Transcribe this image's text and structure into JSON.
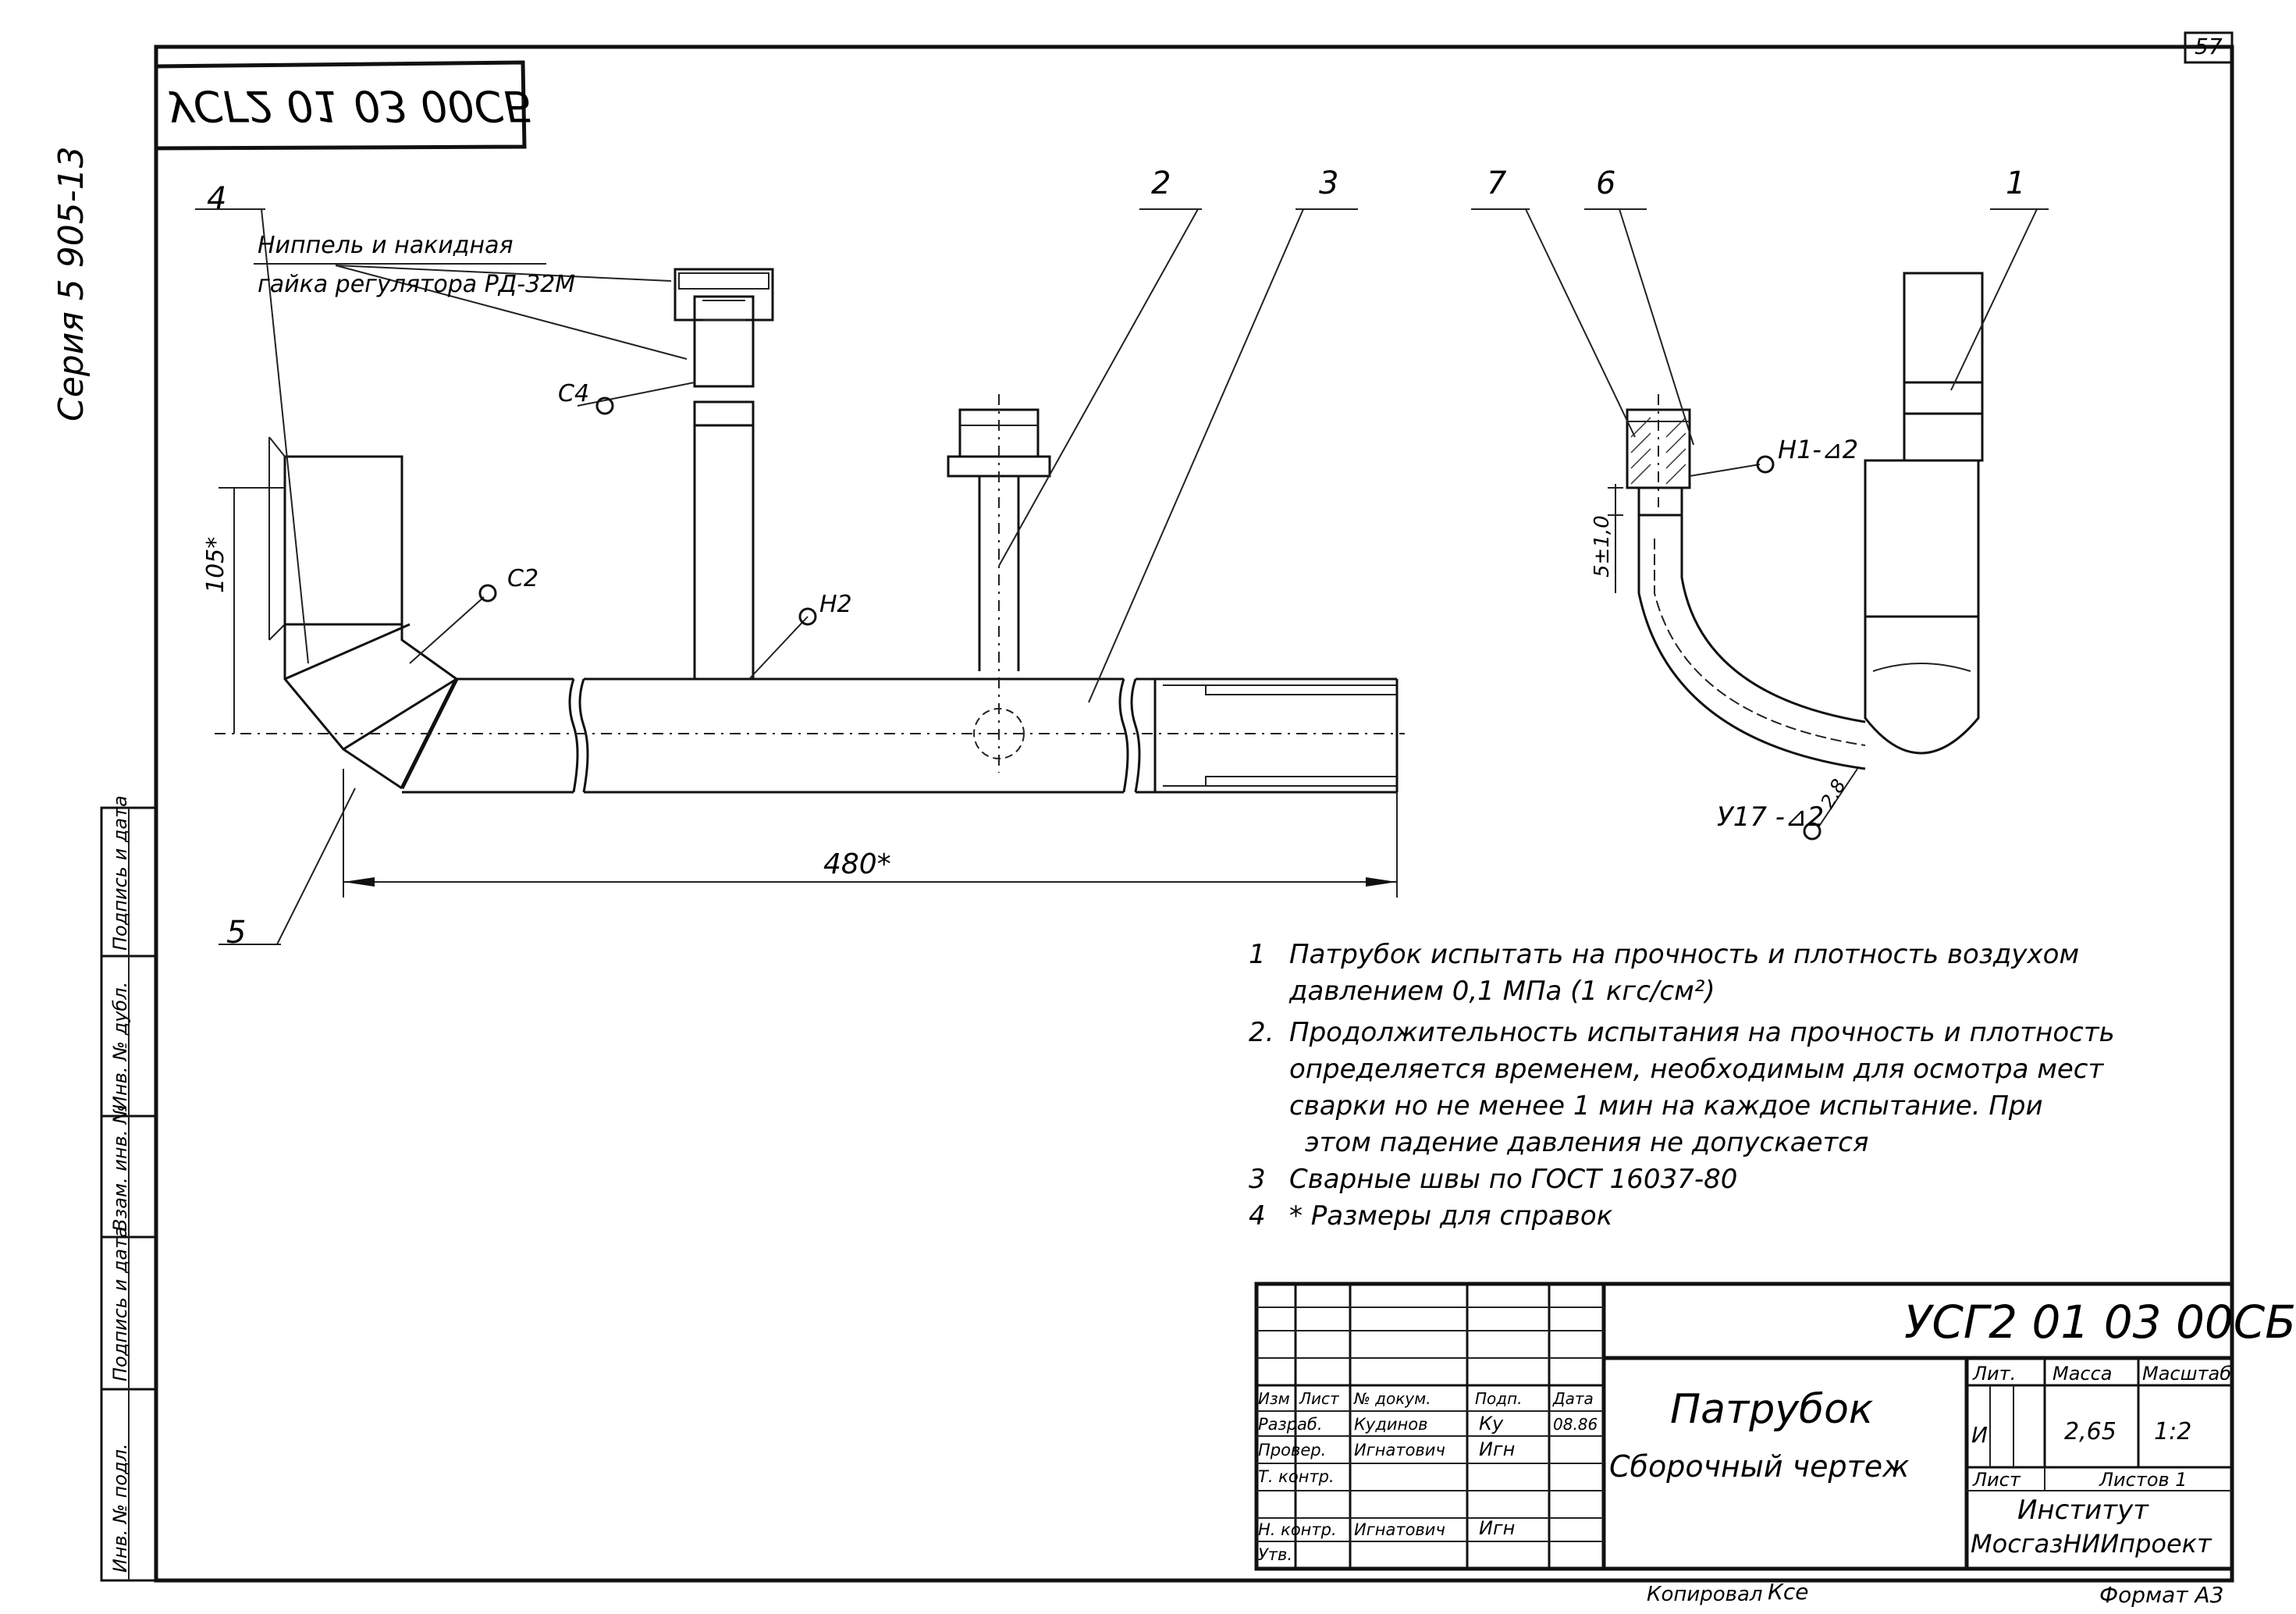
{
  "sheet": {
    "page_number": "57",
    "code_mirrored": "УСГ2 01 03 00СБ",
    "series": "Серия 5 905-13",
    "copied_label": "Копировал",
    "copied_sign": "Ксе",
    "format_label": "Формат А3"
  },
  "drawing": {
    "callouts": [
      "4",
      "2",
      "3",
      "7",
      "6",
      "1",
      "5"
    ],
    "nipple_note_line1": "Ниппель и накидная",
    "nipple_note_line2": "гайка регулятора РД-32М",
    "weld_c4": "С4",
    "weld_c2": "С2",
    "weld_n2": "Н2",
    "weld_h1": "Н1-⊿2",
    "weld_u17": "У17 -⊿2",
    "weld_u17_note": "2.8",
    "dim_105": "105*",
    "dim_480": "480*",
    "dim_5": "5±1,0"
  },
  "notes": [
    {
      "num": "1",
      "lines": [
        "Патрубок испытать на прочность и плотность воздухом",
        "давлением 0,1 МПа (1 кгс/см²)"
      ]
    },
    {
      "num": "2.",
      "lines": [
        "Продолжительность испытания на прочность и плотность",
        "определяется временем, необходимым для осмотра мест",
        "сварки но не менее 1 мин на каждое испытание. При",
        "этом падение давления не допускается"
      ]
    },
    {
      "num": "3",
      "lines": [
        "Сварные швы по ГОСТ 16037-80"
      ]
    },
    {
      "num": "4",
      "lines": [
        "* Размеры для справок"
      ]
    }
  ],
  "title_block": {
    "code": "УСГ2 01 03 00СБ",
    "title": "Патрубок",
    "subtitle": "Сборочный чертеж",
    "head": [
      "Изм",
      "Лист",
      "№ докум.",
      "Подп.",
      "Дата"
    ],
    "rows": [
      {
        "role": "Разраб.",
        "name": "Кудинов",
        "sign": "Ку",
        "date": "08.86"
      },
      {
        "role": "Провер.",
        "name": "Игнатович",
        "sign": "Игн",
        "date": ""
      },
      {
        "role": "Т. контр.",
        "name": "",
        "sign": "",
        "date": ""
      },
      {
        "role": "Н. контр.",
        "name": "Игнатович",
        "sign": "Игн",
        "date": ""
      },
      {
        "role": "Утв.",
        "name": "",
        "sign": "",
        "date": ""
      }
    ],
    "lit_label": "Лит.",
    "mass_label": "Масса",
    "scale_label": "Масштаб",
    "lit_value": "И",
    "mass_value": "2,65",
    "scale_value": "1:2",
    "sheet_label": "Лист",
    "sheets_label": "Листов 1",
    "org_line1": "Институт",
    "org_line2": "МосгазНИИпроект"
  },
  "side_stamp": [
    "Инв. № подл.",
    "Подпись и дата",
    "Взам. инв. №",
    "Инв. № дубл.",
    "Подпись и дата"
  ]
}
